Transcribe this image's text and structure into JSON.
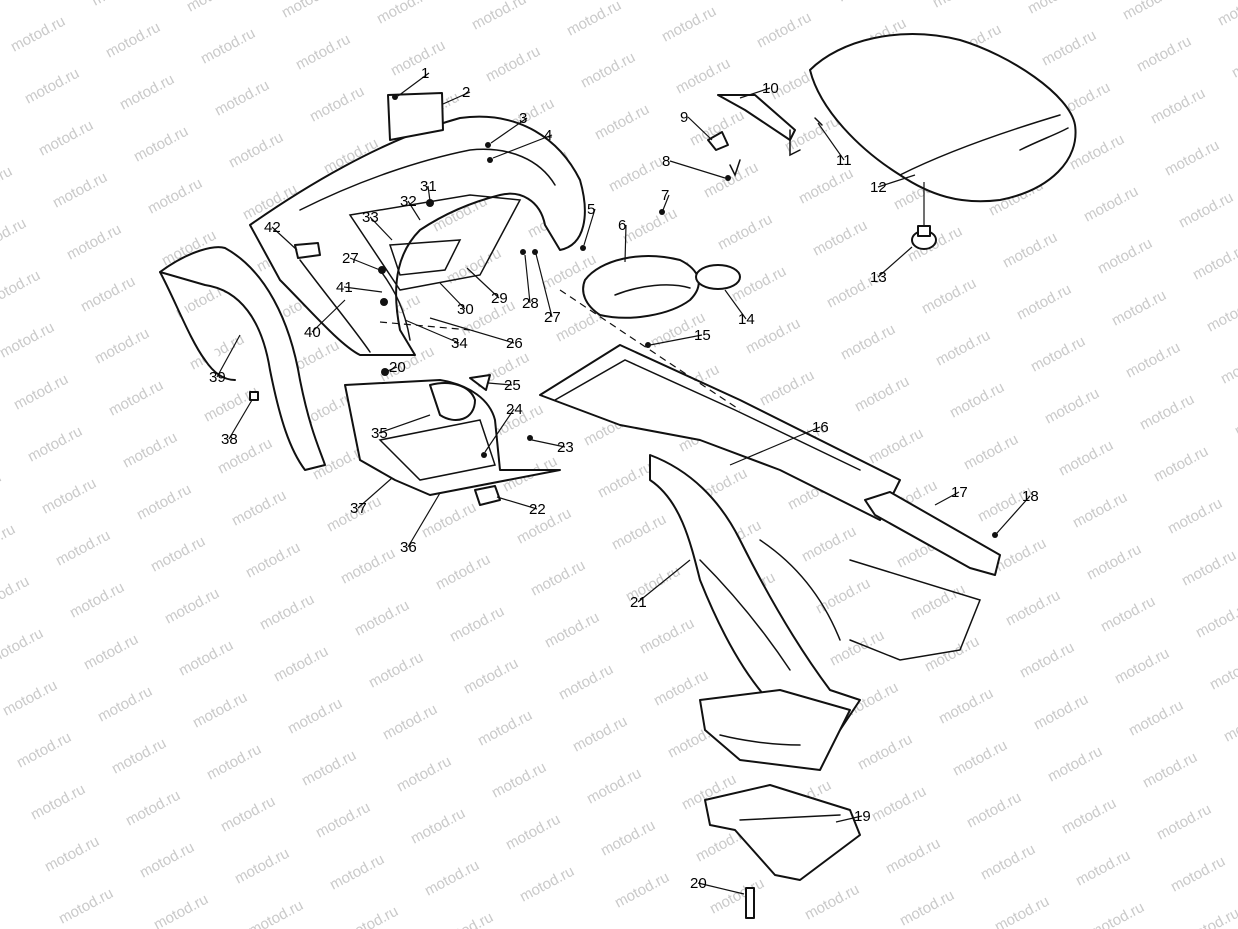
{
  "watermark": "motod.ru",
  "callouts": [
    "1",
    "2",
    "3",
    "4",
    "5",
    "6",
    "7",
    "8",
    "9",
    "10",
    "11",
    "12",
    "13",
    "14",
    "15",
    "16",
    "17",
    "18",
    "19",
    "20",
    "21",
    "22",
    "23",
    "24",
    "25",
    "26",
    "27",
    "28",
    "29",
    "30",
    "31",
    "32",
    "33",
    "34",
    "35",
    "36",
    "37",
    "38",
    "39",
    "40",
    "41",
    "42",
    "20",
    "27"
  ]
}
